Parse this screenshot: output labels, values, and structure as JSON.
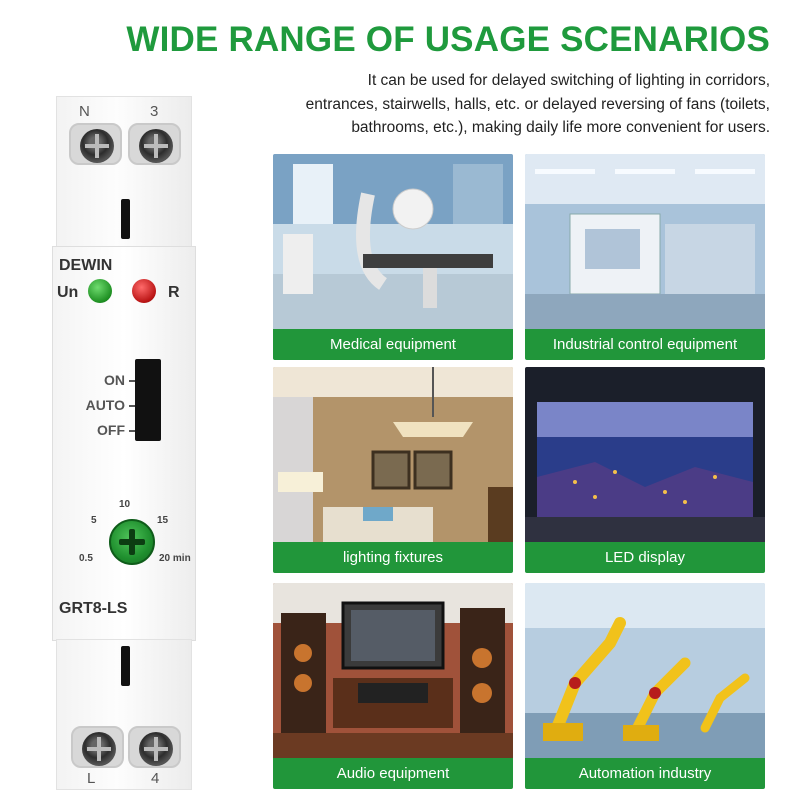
{
  "header": {
    "title": "WIDE RANGE OF USAGE SCENARIOS",
    "description_lines": [
      "It can be used for delayed switching of lighting in corridors,",
      "entrances, stairwells, halls, etc. or delayed reversing of fans (toilets,",
      "bathrooms, etc.), making daily life more convenient for users."
    ]
  },
  "device": {
    "terminals_top": [
      "N",
      "3"
    ],
    "terminals_bottom": [
      "L",
      "4"
    ],
    "brand": "DEWIN",
    "led_labels": [
      "Un",
      "R"
    ],
    "switch_positions": [
      "ON",
      "AUTO",
      "OFF"
    ],
    "dial_labels": [
      "10",
      "5",
      "15",
      "0.5",
      "20 min"
    ],
    "model": "GRT8-LS"
  },
  "scenarios": [
    {
      "label": "Medical equipment"
    },
    {
      "label": "Industrial control equipment"
    },
    {
      "label": "lighting fixtures"
    },
    {
      "label": "LED display"
    },
    {
      "label": "Audio equipment"
    },
    {
      "label": "Automation industry"
    }
  ],
  "colors": {
    "accent_green": "#1f9a3d",
    "caption_green": "#21963a"
  }
}
